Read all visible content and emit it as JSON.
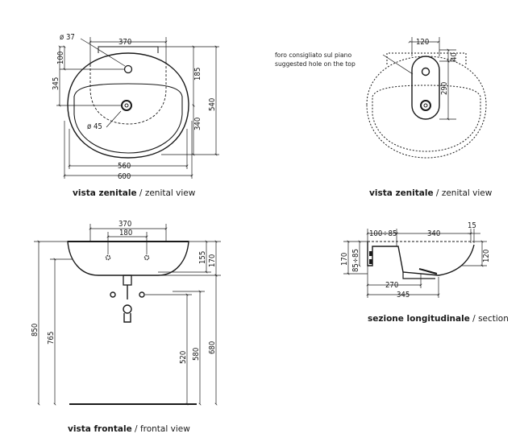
{
  "views": {
    "top_left": {
      "caption_bold": "vista zenitale",
      "caption_sep": " / ",
      "caption_light": "zenital view",
      "dims": {
        "hole_dia": "ø 37",
        "width_top": "370",
        "d100": "100",
        "d345": "345",
        "d185": "185",
        "d540": "540",
        "d340": "340",
        "drain_dia": "ø 45",
        "w560": "560",
        "w600": "600"
      }
    },
    "top_right": {
      "caption_bold": "vista zenitale",
      "caption_sep": " / ",
      "caption_light": "zenital view",
      "note_it": "foro consigliato sul piano",
      "note_en": "suggested hole on the top",
      "dims": {
        "d120": "120",
        "d40": "40",
        "d290": "290"
      }
    },
    "bottom_left": {
      "caption_bold": "vista frontale",
      "caption_sep": " / ",
      "caption_light": "frontal view",
      "dims": {
        "w370": "370",
        "w180": "180",
        "h155": "155",
        "h170": "170",
        "h850": "850",
        "h765": "765",
        "h520": "520",
        "h580": "580",
        "h680": "680"
      }
    },
    "bottom_right": {
      "caption_bold": "sezione longitudinale",
      "caption_sep": " / ",
      "caption_light": "section",
      "dims": {
        "d100_85": "100÷85",
        "d340": "340",
        "d15": "15",
        "d170": "170",
        "d85_85": "85÷85",
        "d120": "120",
        "d270": "270",
        "d345": "345"
      }
    }
  }
}
